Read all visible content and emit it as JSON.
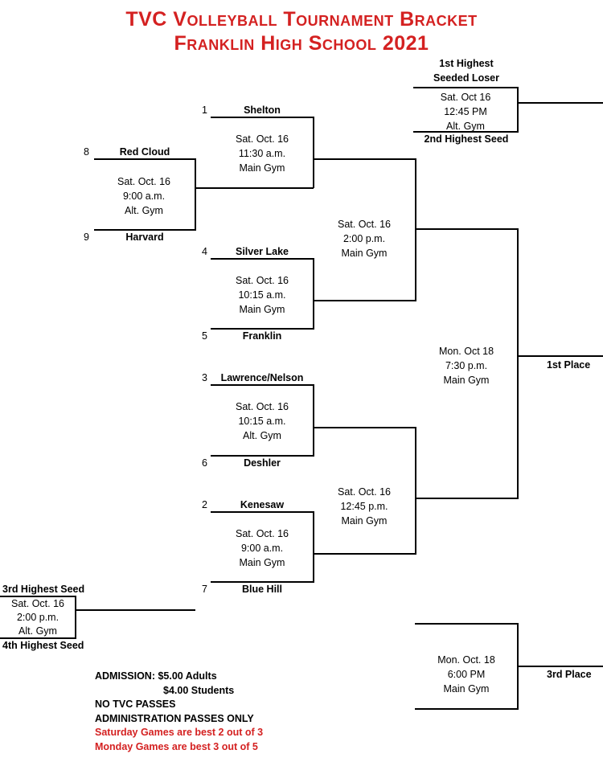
{
  "header": {
    "line1": "TVC Volleyball Tournament Bracket",
    "line2": "Franklin High School 2021"
  },
  "teams": {
    "red_cloud": {
      "seed": "8",
      "name": "Red Cloud"
    },
    "harvard": {
      "seed": "9",
      "name": "Harvard"
    },
    "shelton": {
      "seed": "1",
      "name": "Shelton"
    },
    "silver_lake": {
      "seed": "4",
      "name": "Silver Lake"
    },
    "franklin": {
      "seed": "5",
      "name": "Franklin"
    },
    "lawrence_nelson": {
      "seed": "3",
      "name": "Lawrence/Nelson"
    },
    "deshler": {
      "seed": "6",
      "name": "Deshler"
    },
    "kenesaw": {
      "seed": "2",
      "name": "Kenesaw"
    },
    "blue_hill": {
      "seed": "7",
      "name": "Blue Hill"
    }
  },
  "games": {
    "g_red_harvard": [
      "Sat. Oct. 16",
      "9:00 a.m.",
      "Alt. Gym"
    ],
    "g_shelton": [
      "Sat. Oct. 16",
      "11:30 a.m.",
      "Main Gym"
    ],
    "g_silver_franklin": [
      "Sat. Oct. 16",
      "10:15 a.m.",
      "Main Gym"
    ],
    "g_lawrence_deshler": [
      "Sat. Oct. 16",
      "10:15 a.m.",
      "Alt. Gym"
    ],
    "g_kenesaw_bluehill": [
      "Sat. Oct. 16",
      "9:00 a.m.",
      "Main Gym"
    ],
    "g_semi_top": [
      "Sat. Oct. 16",
      "2:00 p.m.",
      "Main Gym"
    ],
    "g_semi_bottom": [
      "Sat. Oct. 16",
      "12:45 p.m.",
      "Main Gym"
    ],
    "g_final": [
      "Mon. Oct 18",
      "7:30 p.m.",
      "Main Gym"
    ],
    "g_consol_top": [
      "Sat. Oct 16",
      "12:45 PM",
      "Alt. Gym"
    ],
    "g_consol_left": [
      "Sat. Oct. 16",
      "2:00 p.m.",
      "Alt. Gym"
    ],
    "g_third": [
      "Mon. Oct. 18",
      "6:00 PM",
      "Main Gym"
    ]
  },
  "labels": {
    "first_highest_loser_1": "1st Highest",
    "first_highest_loser_2": "Seeded Loser",
    "second_highest_seed": "2nd Highest Seed",
    "third_highest_seed": "3rd Highest Seed",
    "fourth_highest_seed": "4th Highest Seed",
    "first_place": "1st Place",
    "third_place": "3rd Place"
  },
  "admission": {
    "line1": "ADMISSION:  $5.00 Adults",
    "line2": "$4.00 Students",
    "line3": "NO TVC PASSES",
    "line4": "ADMINISTRATION PASSES ONLY",
    "line5": "Saturday Games are best 2 out of 3",
    "line6": "Monday Games are best 3 out of 5"
  },
  "colors": {
    "title_red": "#d42121",
    "notice_red": "#d42121",
    "lines": "#000000"
  }
}
